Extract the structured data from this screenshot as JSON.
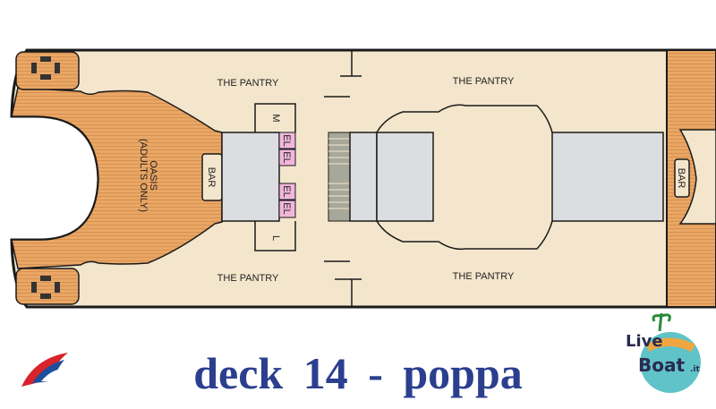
{
  "deck_plan": {
    "areas": {
      "pantry_top_left": "THE PANTRY",
      "pantry_top_right": "THE PANTRY",
      "pantry_bottom_left": "THE PANTRY",
      "pantry_bottom_right": "THE PANTRY",
      "oasis_line1": "OASIS",
      "oasis_line2": "(ADULTS ONLY)",
      "bar_left": "BAR",
      "bar_right": "BAR",
      "restroom_men": "M",
      "restroom_ladies": "L",
      "elevator": "EL"
    },
    "colors": {
      "deck_floor": "#f3e6cc",
      "wood": "#e9a766",
      "core": "#dcdde0",
      "elevator": "#f2b6dc",
      "outline": "#1a1a1a"
    }
  },
  "footer": {
    "title": "deck  14  -  poppa",
    "logo_text_1": "Live",
    "logo_text_2": "Boat",
    "logo_suffix": ".it"
  }
}
